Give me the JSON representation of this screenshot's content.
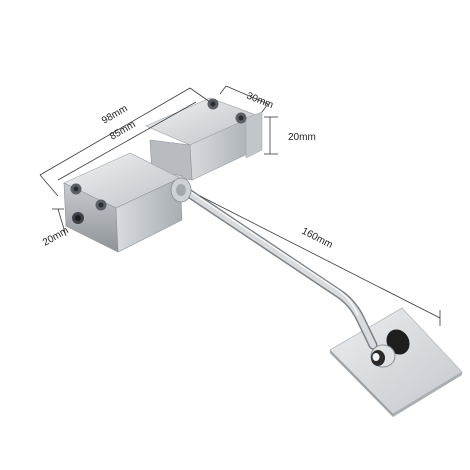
{
  "dimensions": {
    "total_length": "98mm",
    "body_length": "85mm",
    "depth": "30mm",
    "height_right": "20mm",
    "height_left": "20mm",
    "arm_length": "160mm"
  },
  "colors": {
    "background": "#ffffff",
    "metal_light": "#e4e6e8",
    "metal_mid": "#b9bdc1",
    "metal_dark": "#8a8f94",
    "roller": "#2a2a2a"
  },
  "icons": [
    "door-closer-product-image"
  ]
}
